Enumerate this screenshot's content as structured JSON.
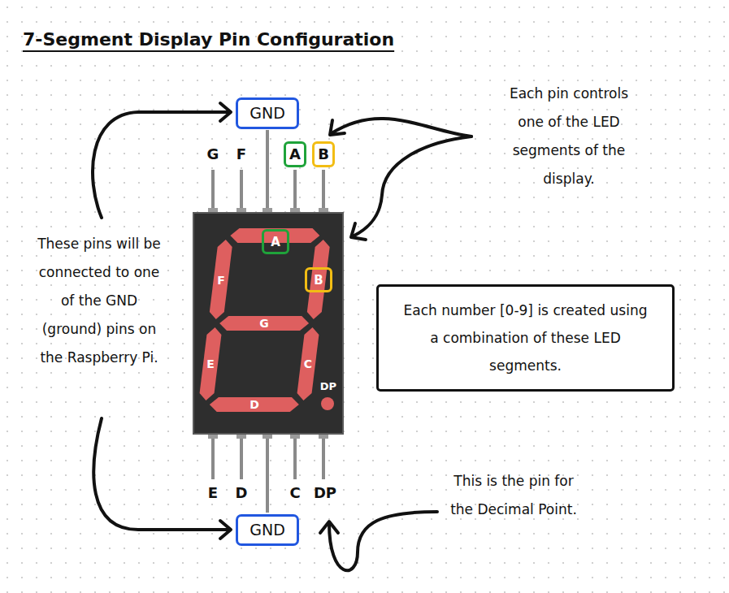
{
  "diagram": {
    "title": "7-Segment Display Pin Configuration",
    "nodes": [
      {
        "text": [
          "GND"
        ]
      },
      {
        "text": [
          "A"
        ]
      },
      {
        "text": [
          "B"
        ]
      },
      {
        "text": [
          "A"
        ]
      },
      {
        "text": [
          "B"
        ]
      },
      {
        "text": [
          "Each number [0-9] is created using a combination of these LED segments."
        ]
      },
      {
        "text": [
          "GND"
        ]
      }
    ],
    "labels": [
      "Each pin controls one of the LED segments of the display.",
      "G",
      "F",
      "These pins will be connected to one of the GND (ground) pins on the Raspberry Pi.",
      "F",
      "G",
      "E",
      "C",
      "DP",
      "D",
      "E",
      "D",
      "C",
      "DP",
      "This is the pin for the Decimal Point."
    ]
  }
}
